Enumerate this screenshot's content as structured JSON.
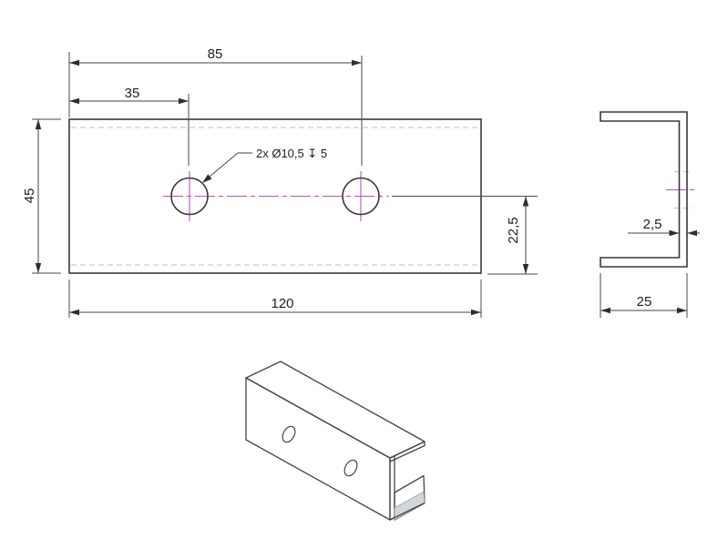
{
  "drawing": {
    "type": "engineering-drawing",
    "part": "u-channel-bracket",
    "front_view": {
      "dim_total_length": "120",
      "dim_hole2_from_left": "85",
      "dim_hole1_from_left": "35",
      "dim_height": "45",
      "dim_hole_from_bottom": "22,5",
      "hole_callout": "2x Ø10,5 ↧ 5",
      "hole_count": 2,
      "hole_diameter_mm": 10.5,
      "hole_depth_mm": 5
    },
    "side_view": {
      "dim_thickness": "2,5",
      "dim_depth": "25"
    },
    "colors": {
      "part_line": "#383838",
      "dimension_line": "#434343",
      "centerline": "#b455b4",
      "hidden_line": "#bfbfbf",
      "iso_top_face": "#edf1f5",
      "iso_front_face": "#d3d6d9",
      "iso_end_face": "#c9cdd0"
    }
  }
}
